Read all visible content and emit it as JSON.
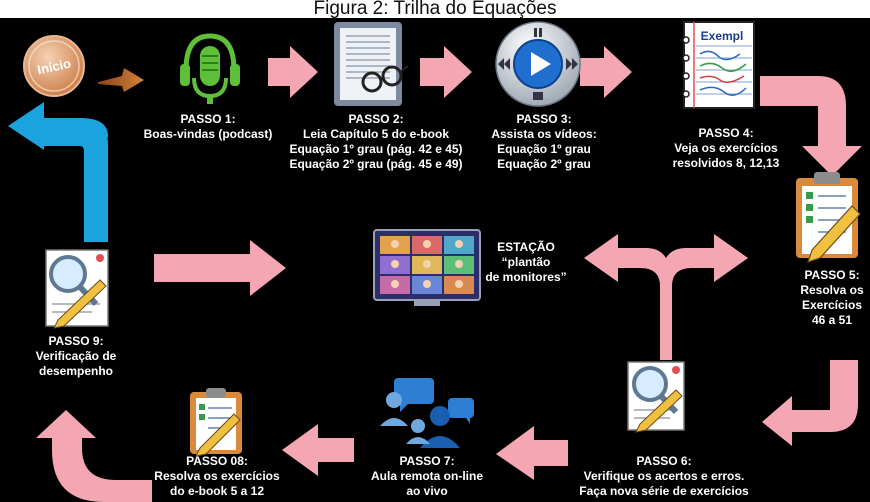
{
  "caption": "Figura 2:  Trilha do Equações",
  "start_label": "Início",
  "example_label": "Exempl",
  "steps": {
    "p1": {
      "title": "PASSO 1:",
      "lines": [
        "Boas-vindas (podcast)"
      ]
    },
    "p2": {
      "title": "PASSO 2:",
      "lines": [
        "Leia Capítulo 5 do e-book",
        "Equação 1º grau (pág. 42 e 45)",
        "Equação 2º grau (pág. 45 e 49)"
      ]
    },
    "p3": {
      "title": "PASSO 3:",
      "lines": [
        "Assista os vídeos:",
        "Equação 1º grau",
        "Equação 2º grau"
      ]
    },
    "p4": {
      "title": "PASSO 4:",
      "lines": [
        "Veja os exercícios",
        "resolvidos  8, 12,13"
      ]
    },
    "p5": {
      "title": "PASSO 5:",
      "lines": [
        "Resolva os",
        "Exercícios",
        "46 a 51"
      ]
    },
    "p6": {
      "title": "PASSO 6:",
      "lines": [
        "Verifique os acertos e erros.",
        "Faça nova série de exercícios"
      ]
    },
    "p7": {
      "title": "PASSO 7:",
      "lines": [
        "Aula remota on-line",
        "ao vivo"
      ]
    },
    "p8": {
      "title": "PASSO 08:",
      "lines": [
        "Resolva os exercícios",
        "do e-book  5 a 12"
      ]
    },
    "p9": {
      "title": "PASSO 9:",
      "lines": [
        "Verificação de",
        "desempenho"
      ]
    },
    "station": {
      "title": "ESTAÇÃO",
      "lines": [
        "“plantão",
        "de monitores”"
      ]
    }
  },
  "icons": {
    "start": "start-badge-icon",
    "p1": "microphone-headphones-icon",
    "p2": "ebook-glasses-icon",
    "p3": "media-player-icon",
    "p4": "example-notebook-icon",
    "p5": "clipboard-checklist-icon",
    "p6": "magnifier-report-icon",
    "p7": "video-chat-icon",
    "p8": "clipboard-checklist-icon",
    "p9": "magnifier-report-icon",
    "station": "video-conference-icon"
  },
  "colors": {
    "background": "#000000",
    "arrow": "#f4a7b2",
    "back_arrow": "#1ba3e0",
    "start_arrow": "#c06a2c",
    "text": "#ffffff"
  }
}
